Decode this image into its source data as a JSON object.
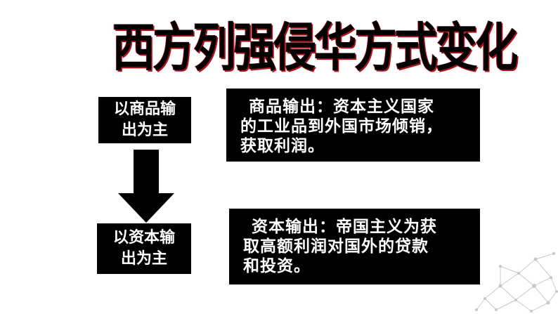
{
  "title": "西方列强侵华方式变化",
  "stage1": {
    "label_line1": "以商品输",
    "label_line2": "出为主",
    "desc_line1": "商品输出：资本主义国家",
    "desc_line2": "的工业品到外国市场倾销，",
    "desc_line3": "获取利润。"
  },
  "stage2": {
    "label_line1": "以资本输",
    "label_line2": "出为主",
    "desc_line1": "资本输出：帝国主义为获",
    "desc_line2": "取高额利润对国外的贷款",
    "desc_line3": "和投资。"
  },
  "colors": {
    "box_background": "#000000",
    "box_text": "#ffffff",
    "title_shadow": "#b3141c",
    "decoration": "#c8c8c8"
  },
  "icons": {
    "arrow": "down-arrow-icon",
    "decoration": "network-dots-icon"
  }
}
